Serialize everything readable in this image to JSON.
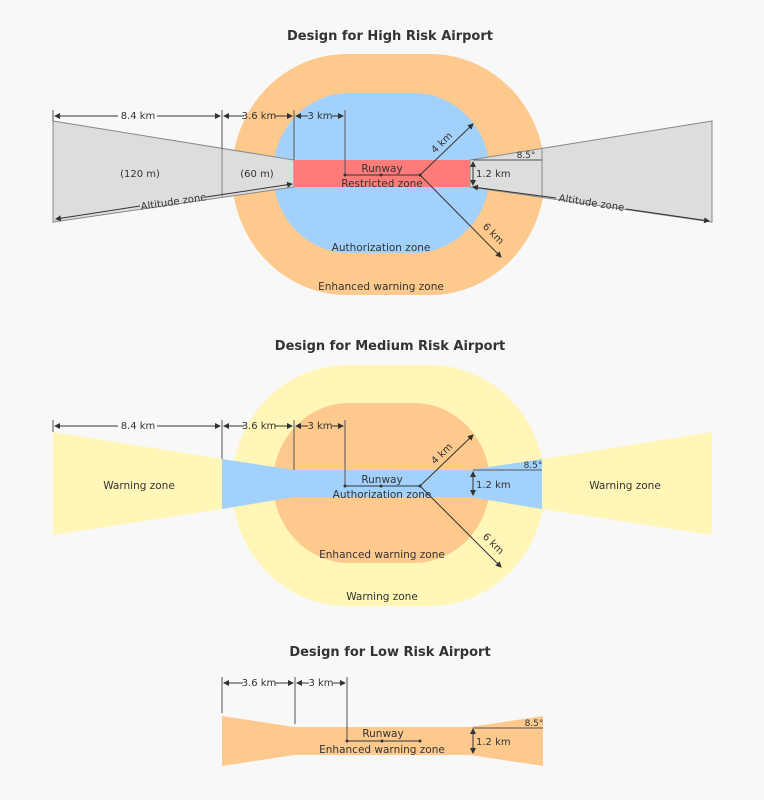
{
  "colors": {
    "background": "#f8f8f8",
    "orange": "#fdc98d",
    "blue": "#a2d1fb",
    "red": "#fd7b79",
    "gray": "#dddddd",
    "yellow": "#fff6b8",
    "text": "#333333"
  },
  "high": {
    "title": "Design for High Risk Airport",
    "dim_far": "8.4 km",
    "dim_mid": "3.6 km",
    "dim_runway": "3 km",
    "far_height": "(120 m)",
    "mid_height": "(60 m)",
    "altitude_left": "Altitude zone",
    "altitude_right": "Altitude zone",
    "runway": "Runway",
    "restricted": "Restricted zone",
    "radius_inner": "4 km",
    "radius_outer": "6 km",
    "width": "1.2 km",
    "angle": "8.5°",
    "authorization": "Authorization zone",
    "enhanced": "Enhanced warning zone"
  },
  "medium": {
    "title": "Design for Medium Risk Airport",
    "dim_far": "8.4 km",
    "dim_mid": "3.6 km",
    "dim_runway": "3 km",
    "warning_left": "Warning zone",
    "warning_right": "Warning zone",
    "runway": "Runway",
    "authorization": "Authorization zone",
    "radius_inner": "4 km",
    "radius_outer": "6 km",
    "width": "1.2 km",
    "angle": "8.5°",
    "enhanced": "Enhanced warning zone",
    "warning_outer": "Warning zone"
  },
  "low": {
    "title": "Design for Low Risk Airport",
    "dim_mid": "3.6 km",
    "dim_runway": "3 km",
    "runway": "Runway",
    "enhanced": "Enhanced warning zone",
    "width": "1.2 km",
    "angle": "8.5°"
  }
}
